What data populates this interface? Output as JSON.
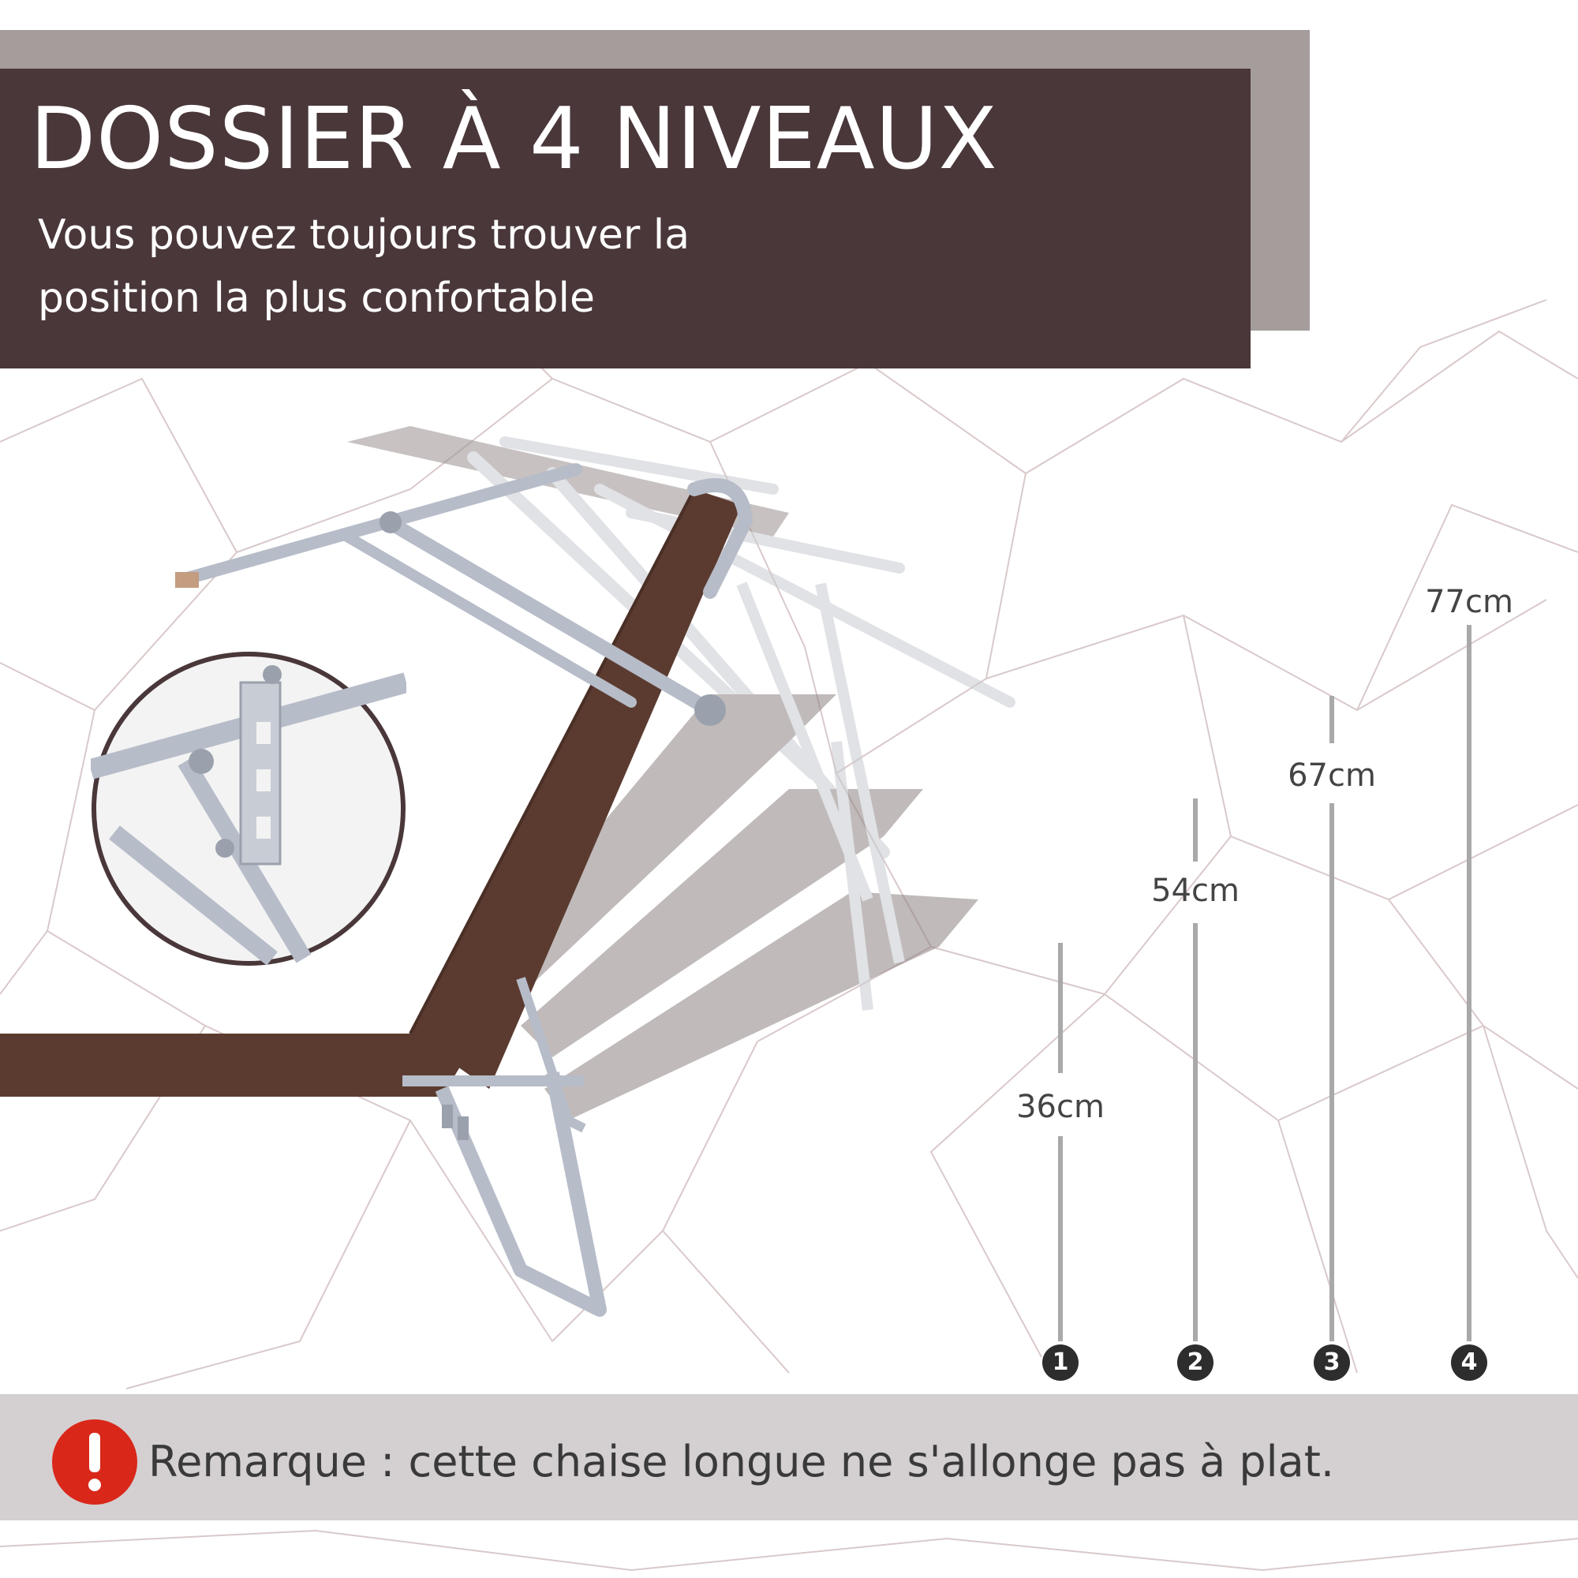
{
  "title": "DOSSIER À 4 NIVEAUX",
  "subtitle": {
    "line1": "Vous pouvez toujours trouver la",
    "line2": "position la plus confortable"
  },
  "measurements": [
    {
      "badge": "1",
      "height": "36cm",
      "value_cm": 36
    },
    {
      "badge": "2",
      "height": "54cm",
      "value_cm": 54
    },
    {
      "badge": "3",
      "height": "67cm",
      "value_cm": 67
    },
    {
      "badge": "4",
      "height": "77cm",
      "value_cm": 77
    }
  ],
  "note": {
    "icon": "warning-exclamation-icon",
    "text": "Remarque : cette chaise longue ne s'allonge pas à plat."
  },
  "colors": {
    "title_panel": "#4a3739",
    "title_shadow": "#a59c9c",
    "fabric": "#5b3b30",
    "frame": "#b6bcc8",
    "warning": "#d9271a",
    "note_bar": "#d4cfd0",
    "badge": "#2d2d2d"
  }
}
